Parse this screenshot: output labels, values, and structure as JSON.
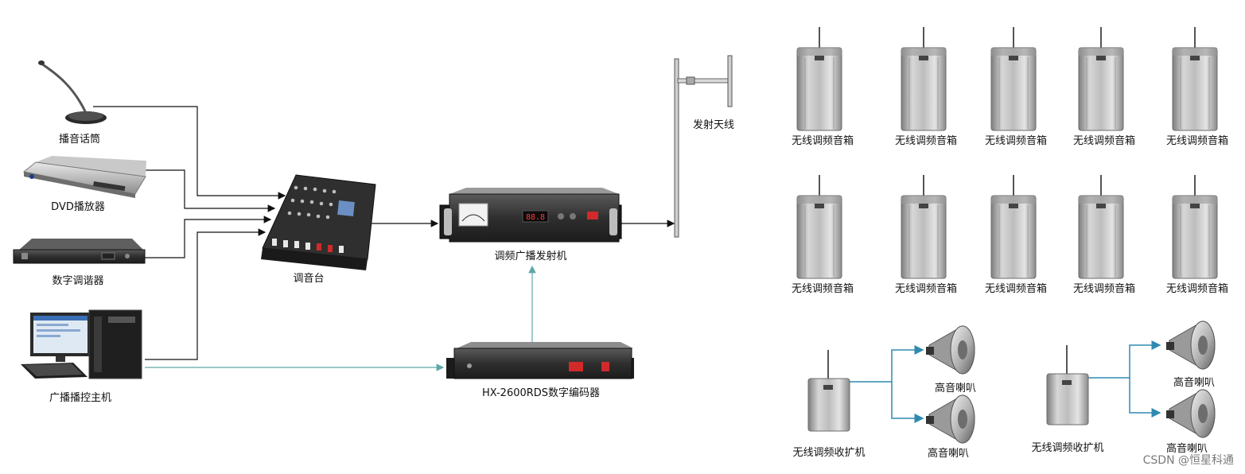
{
  "labels": {
    "mic": "播音话筒",
    "dvd": "DVD播放器",
    "tuner": "数字调谐器",
    "host": "广播播控主机",
    "mixer": "调音台",
    "transmitter": "调频广播发射机",
    "encoder": "HX-2600RDS数字编码器",
    "antenna": "发射天线",
    "speaker": "无线调频音箱",
    "receiver": "无线调频收扩机",
    "horn": "高音喇叭"
  },
  "watermark": "CSDN @恒星科通",
  "colors": {
    "line_black": "#111111",
    "line_blue": "#2e8bb0",
    "line_teal": "#5fa8a8",
    "metal_light": "#d9d9d9",
    "metal_dark": "#8a8a8a",
    "panel_dark": "#2b2b2b",
    "led_red": "#d22a2a"
  },
  "icons": [
    "microphone-icon",
    "dvd-player-icon",
    "tuner-icon",
    "computer-icon",
    "mixer-icon",
    "transmitter-icon",
    "encoder-icon",
    "antenna-icon",
    "speaker-icon",
    "receiver-icon",
    "horn-icon"
  ]
}
